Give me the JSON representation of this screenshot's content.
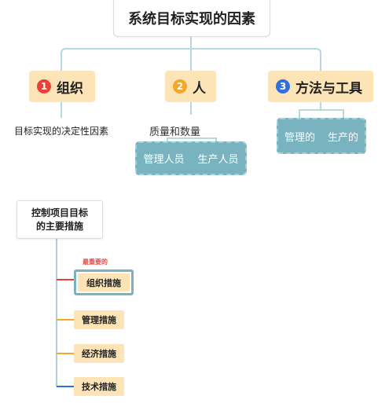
{
  "title": "系统目标实现的因素",
  "factors": [
    {
      "number": "1",
      "label": "组织",
      "note": "目标实现的决定性因素"
    },
    {
      "number": "2",
      "label": "人",
      "sub_label": "质量和数量",
      "group": [
        "管理人员",
        "生产人员"
      ]
    },
    {
      "number": "3",
      "label": "方法与工具",
      "group": [
        "管理的",
        "生产的"
      ]
    }
  ],
  "control": {
    "title_line1": "控制项目目标",
    "title_line2": "的主要措施",
    "most_important_tag": "最重要的",
    "measures": [
      "组织措施",
      "管理措施",
      "经济措施",
      "技术措施"
    ]
  },
  "colors": {
    "node_fill": "#fde4b7",
    "teal": "#78b3bf",
    "badge1": "#e8403b",
    "badge2": "#f3a72b",
    "badge3": "#2f6fe0",
    "branch_red": "#e8403b",
    "branch_orange": "#f3a72b",
    "branch_blue": "#2f6fe0"
  }
}
